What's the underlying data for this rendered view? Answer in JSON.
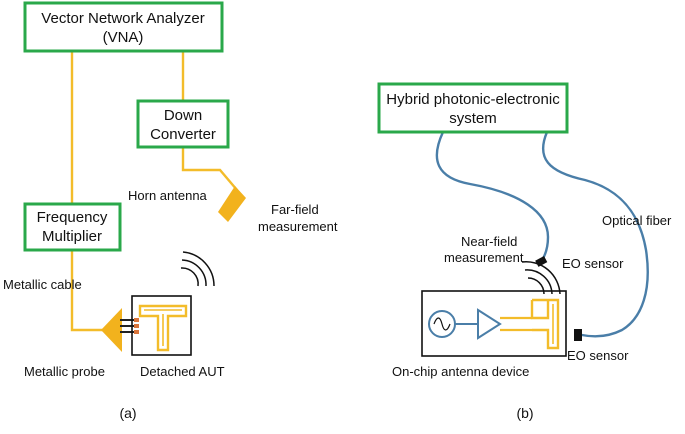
{
  "panel_a": {
    "vna": {
      "line1": "Vector Network Analyzer",
      "line2": "(VNA)"
    },
    "down_converter": {
      "line1": "Down",
      "line2": "Converter"
    },
    "frequency_multiplier": {
      "line1": "Frequency",
      "line2": "Multiplier"
    },
    "labels": {
      "horn_antenna": "Horn antenna",
      "far_field_1": "Far-field",
      "far_field_2": "measurement",
      "metallic_cable": "Metallic cable",
      "metallic_probe": "Metallic probe",
      "detached_aut": "Detached AUT"
    },
    "caption": "(a)"
  },
  "panel_b": {
    "hybrid_system": {
      "line1": "Hybrid photonic-electronic",
      "line2": "system"
    },
    "labels": {
      "optical_fiber": "Optical fiber",
      "near_field_1": "Near-field",
      "near_field_2": "measurement",
      "eo_sensor_top": "EO sensor",
      "eo_sensor_bottom": "EO sensor",
      "on_chip_device": "On-chip antenna device"
    },
    "caption": "(b)"
  },
  "colors": {
    "box_border": "#2aa84a",
    "metallic_cable": "#f3bc2a",
    "optical_fiber": "#4a7ea8",
    "probe": "#f2b21d",
    "contact": "#d9743a",
    "sensor": "#111111"
  }
}
